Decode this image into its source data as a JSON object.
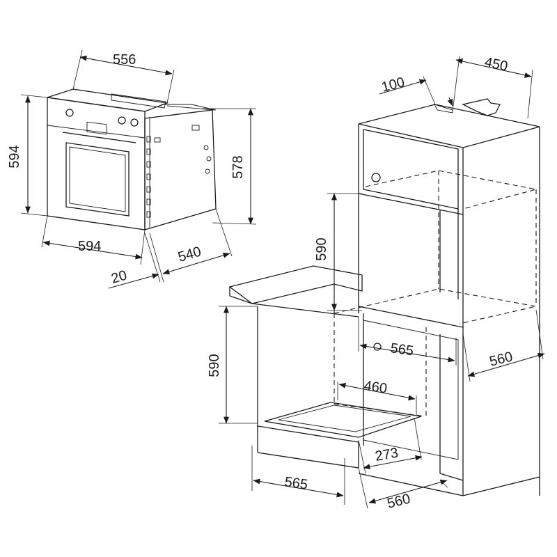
{
  "dimensions": {
    "oven_depth_top": "556",
    "oven_height_front": "594",
    "oven_height_side": "578",
    "oven_width": "594",
    "front_panel_depth": "20",
    "oven_body_depth": "540",
    "vent_gap": "100",
    "vent_depth": "450",
    "tall_cutout_height": "590",
    "base_cutout_height": "590",
    "tall_cutout_width": "565",
    "tall_cutout_depth": "560",
    "vent_opening_width": "460",
    "vent_opening_depth": "273",
    "base_cutout_width": "565",
    "base_cutout_depth": "560"
  },
  "colors": {
    "line": "#1a1a1a",
    "background": "#ffffff"
  }
}
